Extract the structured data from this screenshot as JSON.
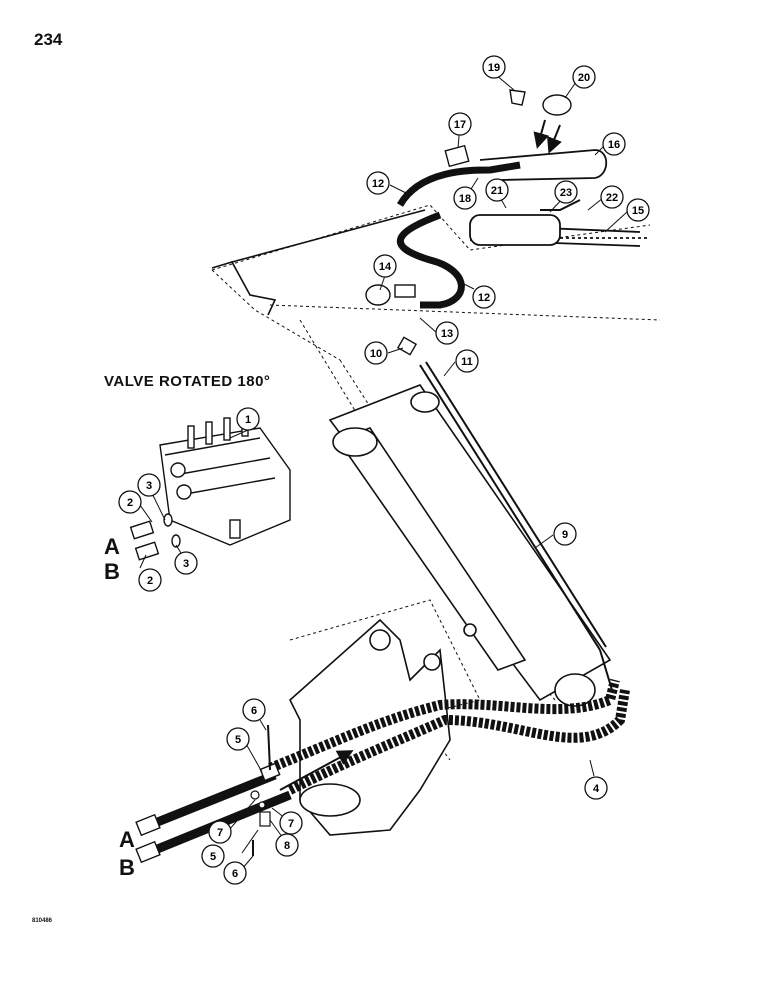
{
  "page": {
    "number": "234",
    "figure_code": "810486"
  },
  "valve_title": "VALVE ROTATED 180°",
  "port_letters": {
    "a": "A",
    "b": "B"
  },
  "callouts": {
    "c1": "1",
    "c2a": "2",
    "c2b": "2",
    "c3a": "3",
    "c3b": "3",
    "c4": "4",
    "c5a": "5",
    "c5b": "5",
    "c6a": "6",
    "c6b": "6",
    "c7a": "7",
    "c7b": "7",
    "c8": "8",
    "c9": "9",
    "c10": "10",
    "c11": "11",
    "c12a": "12",
    "c12b": "12",
    "c13": "13",
    "c14": "14",
    "c15": "15",
    "c16": "16",
    "c17": "17",
    "c18": "18",
    "c19": "19",
    "c20": "20",
    "c21": "21",
    "c22": "22",
    "c23": "23"
  },
  "colors": {
    "ink": "#111111",
    "paper": "#ffffff"
  },
  "icons": {
    "callout": "numbered-circle"
  }
}
